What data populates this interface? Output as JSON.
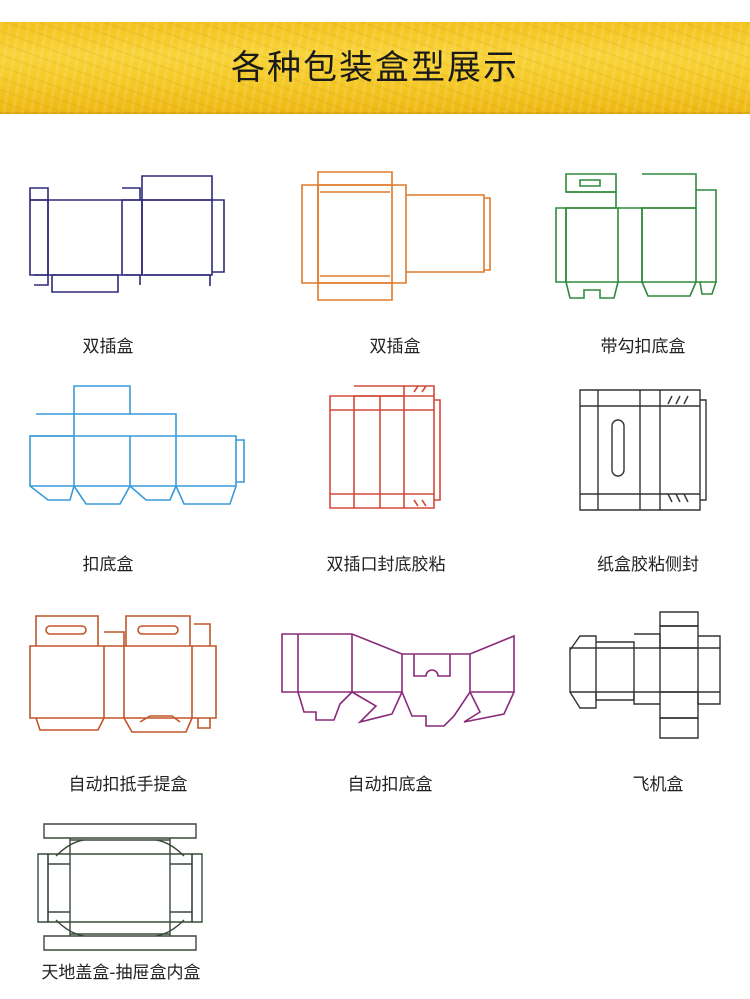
{
  "banner": {
    "title": "各种包装盒型展示",
    "accent": "#f6cc2a"
  },
  "items": [
    {
      "label": "双插盒",
      "color": "#2e2a7a"
    },
    {
      "label": "双插盒",
      "color": "#e07a2a"
    },
    {
      "label": "带勾扣底盒",
      "color": "#2f8a3a"
    },
    {
      "label": "扣底盒",
      "color": "#3a9ad9"
    },
    {
      "label": "双插口封底胶粘",
      "color": "#d24a3a"
    },
    {
      "label": "纸盒胶粘侧封",
      "color": "#333333"
    },
    {
      "label": "自动扣抵手提盒",
      "color": "#c0562a"
    },
    {
      "label": "自动扣底盒",
      "color": "#8a2a7a"
    },
    {
      "label": "飞机盒",
      "color": "#333333"
    },
    {
      "label": "天地盖盒-抽屉盒内盒",
      "color": "#3a4a3a"
    }
  ]
}
